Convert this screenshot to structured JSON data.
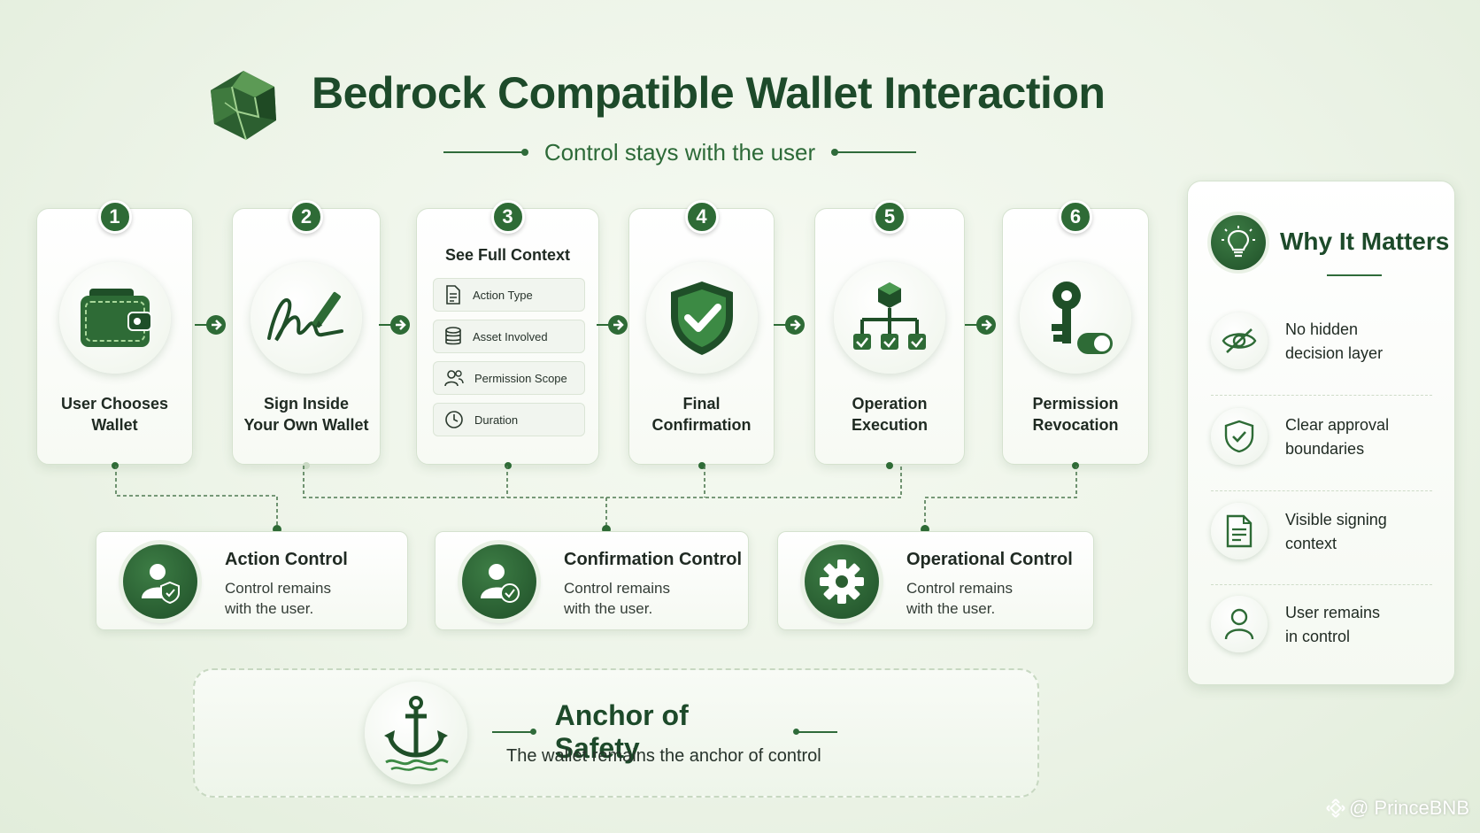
{
  "header": {
    "title": "Bedrock Compatible Wallet Interaction",
    "subtitle": "Control stays with the user"
  },
  "steps": [
    {
      "number": "1",
      "label_line1": "User Chooses",
      "label_line2": "Wallet",
      "icon": "wallet-icon"
    },
    {
      "number": "2",
      "label_line1": "Sign Inside",
      "label_line2": "Your Own Wallet",
      "icon": "signature-icon"
    },
    {
      "number": "3",
      "title": "See Full Context",
      "items": [
        {
          "label": "Action Type",
          "icon": "document-icon"
        },
        {
          "label": "Asset Involved",
          "icon": "coins-icon"
        },
        {
          "label": "Permission Scope",
          "icon": "users-icon"
        },
        {
          "label": "Duration",
          "icon": "clock-icon"
        }
      ]
    },
    {
      "number": "4",
      "label_line1": "Final",
      "label_line2": "Confirmation",
      "icon": "shield-check-icon"
    },
    {
      "number": "5",
      "label_line1": "Operation",
      "label_line2": "Execution",
      "icon": "hierarchy-icon"
    },
    {
      "number": "6",
      "label_line1": "Permission",
      "label_line2": "Revocation",
      "icon": "key-toggle-icon"
    }
  ],
  "controls": [
    {
      "title": "Action Control",
      "body_line1": "Control remains",
      "body_line2": "with the user.",
      "icon": "user-shield-icon"
    },
    {
      "title": "Confirmation Control",
      "body_line1": "Control remains",
      "body_line2": "with the user.",
      "icon": "user-check-icon"
    },
    {
      "title": "Operational Control",
      "body_line1": "Control remains",
      "body_line2": "with the user.",
      "icon": "gear-icon"
    }
  ],
  "anchor": {
    "title": "Anchor of Safety",
    "subtitle": "The wallet remains the anchor of control",
    "icon": "anchor-icon"
  },
  "why": {
    "title": "Why It Matters",
    "icon": "lightbulb-icon",
    "items": [
      {
        "line1": "No hidden",
        "line2": "decision layer",
        "icon": "eye-slash-icon"
      },
      {
        "line1": "Clear approval",
        "line2": "boundaries",
        "icon": "shield-check-icon"
      },
      {
        "line1": "Visible signing",
        "line2": "context",
        "icon": "document-icon"
      },
      {
        "line1": "User remains",
        "line2": "in control",
        "icon": "user-icon"
      }
    ]
  },
  "watermark": "@ PrinceBNB",
  "colors": {
    "primary": "#2e6b36",
    "dark": "#1d4a2a",
    "background": "#edf4e8"
  }
}
